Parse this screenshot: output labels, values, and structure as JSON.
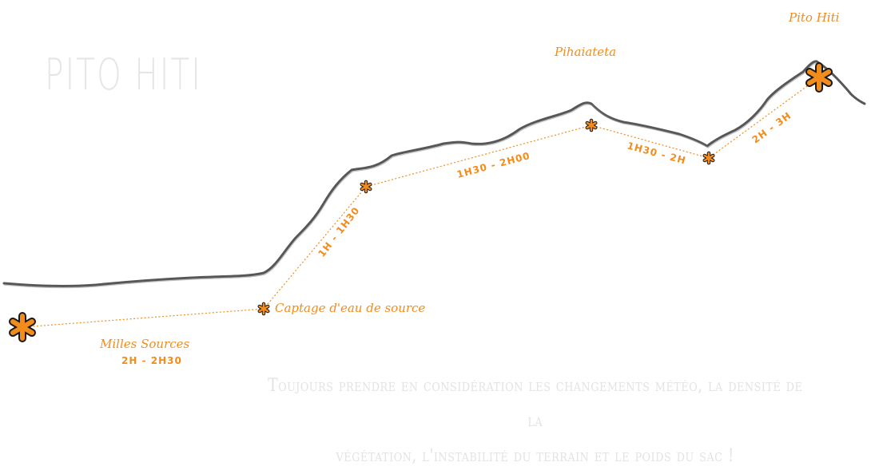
{
  "title": "PITO HITI",
  "note_line1": "Toujours prendre en considération les changements météo, la densité de la",
  "note_line2": "végétation, l'instabilité du terrain et le poids du sac !",
  "colors": {
    "accent": "#f28c1c",
    "marker_stroke": "#1a1a1a",
    "ridge": "#3a3a3a",
    "faded_text": "#e3e3e3"
  },
  "icons": {
    "waypoint": "asterisk-icon"
  },
  "places": {
    "milles_sources": "Milles Sources",
    "captage": "Captage d'eau de source",
    "pihaiateta": "Pihaiateta",
    "pito_hiti": "Pito Hiti"
  },
  "durations": {
    "leg1": "2H - 2H30",
    "leg2": "1H - 1H30",
    "leg3": "1H30 - 2H00",
    "leg4": "1H30 - 2H",
    "leg5": "2H - 3H"
  }
}
